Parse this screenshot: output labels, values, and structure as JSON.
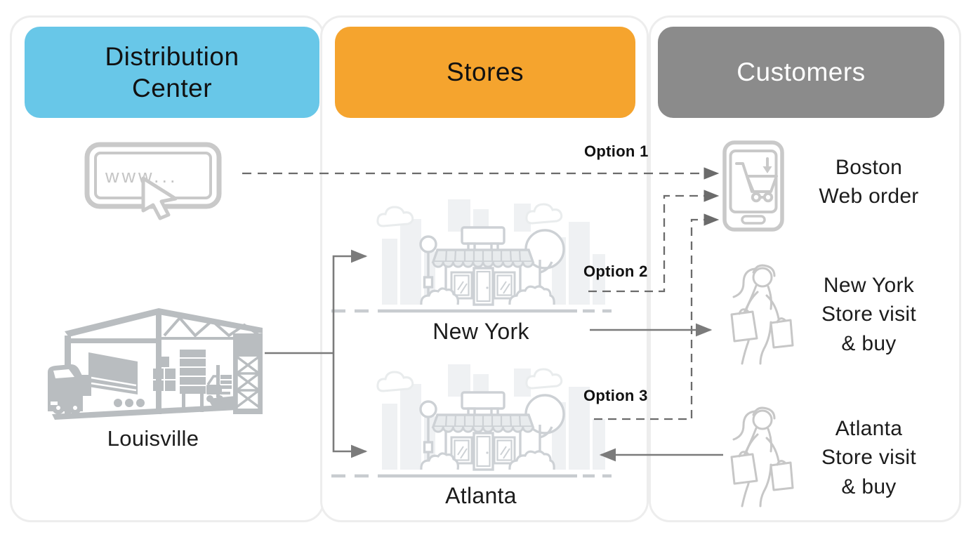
{
  "columns": [
    {
      "label": "Distribution Center",
      "bg": "#68C7E8",
      "text_color": "#111111"
    },
    {
      "label": "Stores",
      "bg": "#F5A42E",
      "text_color": "#111111"
    },
    {
      "label": "Customers",
      "bg": "#8B8B8B",
      "text_color": "#FFFFFF"
    }
  ],
  "distribution": {
    "web_icon_text": "www...",
    "warehouse_label": "Louisville"
  },
  "stores": {
    "new_york_label": "New York",
    "atlanta_label": "Atlanta"
  },
  "customers": {
    "boston_label": "Boston\nWeb order",
    "new_york_label": "New York\nStore visit\n& buy",
    "atlanta_label": "Atlanta\nStore visit\n& buy"
  },
  "options": {
    "option1": "Option 1",
    "option2": "Option 2",
    "option3": "Option 3"
  },
  "connections": [
    {
      "from": "Louisville distribution center",
      "to": "New York store",
      "style": "solid-arrow"
    },
    {
      "from": "Louisville distribution center",
      "to": "Atlanta store",
      "style": "solid-arrow"
    },
    {
      "from": "Web browser (www)",
      "to": "Boston web order customer",
      "style": "dashed-arrow",
      "label": "Option 1"
    },
    {
      "from": "New York store",
      "to": "Boston web order customer",
      "style": "dashed-arrow",
      "label": "Option 2"
    },
    {
      "from": "Atlanta store",
      "to": "Boston web order customer",
      "style": "dashed-arrow",
      "label": "Option 3"
    },
    {
      "from": "New York store",
      "to": "New York customer",
      "style": "solid-arrow"
    },
    {
      "from": "Atlanta customer",
      "to": "Atlanta store",
      "style": "solid-arrow"
    }
  ],
  "colors": {
    "header_blue": "#68C7E8",
    "header_orange": "#F5A42E",
    "header_gray": "#8B8B8B",
    "solid_connector": "#7b7b7b",
    "dashed_connector": "#6b6b6b",
    "icon_gray": "#c9c9c9",
    "store_outline": "#cdd1d5",
    "warehouse_gray": "#b9bdc0",
    "ground_dash": "#c8ccd0",
    "panel_border": "#ededed"
  }
}
